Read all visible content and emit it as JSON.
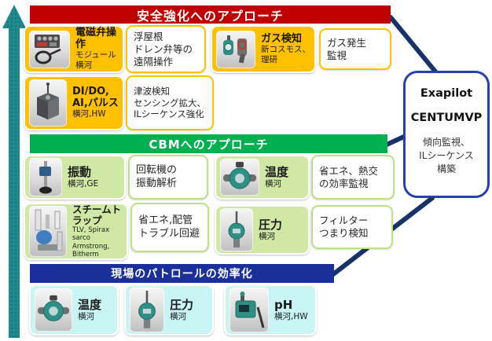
{
  "sections": {
    "safety": {
      "title": "安全強化へのアプローチ",
      "items": [
        {
          "kind": "product",
          "image": "solenoid-valve-module",
          "title": "電磁弁操作",
          "sub": "モジュール\n横河"
        },
        {
          "kind": "note",
          "text": "浮屋根\nドレン弁等の\n遠隔操作"
        },
        {
          "kind": "product",
          "image": "gas-detectors",
          "title": "ガス検知",
          "sub": "新コスモス、\n理研"
        },
        {
          "kind": "note",
          "text": "ガス発生\n監視"
        },
        {
          "kind": "product",
          "image": "io-module",
          "title": "DI/DO,\nAI,パルス",
          "sub": "横河,HW"
        },
        {
          "kind": "note",
          "text": "津波検知\nセンシング拡大、\nILシーケンス強化"
        }
      ]
    },
    "cbm": {
      "title": "CBMへのアプローチ",
      "items": [
        {
          "kind": "product",
          "image": "vibration-sensor",
          "title": "振動",
          "sub": "横河,GE"
        },
        {
          "kind": "note",
          "text": "回転機の\n振動解析"
        },
        {
          "kind": "product",
          "image": "temperature-transmitter",
          "title": "温度",
          "sub": "横河"
        },
        {
          "kind": "note",
          "text": "省エネ、熱交\nの効率監視"
        },
        {
          "kind": "product",
          "image": "steam-trap",
          "title": "スチームトラップ",
          "sub": "TLV, Spirax sarco\nArmstrong,\nBitherm"
        },
        {
          "kind": "note",
          "text": "省エネ,配管\nトラブル回避"
        },
        {
          "kind": "product",
          "image": "pressure-transmitter",
          "title": "圧力",
          "sub": "横河"
        },
        {
          "kind": "note",
          "text": "フィルター\nつまり検知"
        }
      ]
    },
    "patrol": {
      "title": "現場のパトロールの効率化",
      "items": [
        {
          "kind": "product",
          "image": "temperature-transmitter",
          "title": "温度",
          "sub": "横河"
        },
        {
          "kind": "product",
          "image": "pressure-transmitter",
          "title": "圧力",
          "sub": "横河"
        },
        {
          "kind": "product",
          "image": "ph-sensor",
          "title": "pH",
          "sub": "横河,HW"
        }
      ]
    }
  },
  "exapilot": {
    "product1": "Exapilot",
    "product2": "CENTUMVP",
    "note": "傾向監視、\nILシーケンス\n構築"
  },
  "colors": {
    "safety_banner": "#C00000",
    "safety_box": "#FFC000",
    "cbm_banner": "#00B050",
    "cbm_box": "#CFE8A3",
    "patrol_banner": "#1B2F9B",
    "patrol_box": "#C9F4F4",
    "upward_arrow": "#1E8A8E",
    "connector": "#17326B",
    "exapilot_border": "#2443A5"
  }
}
